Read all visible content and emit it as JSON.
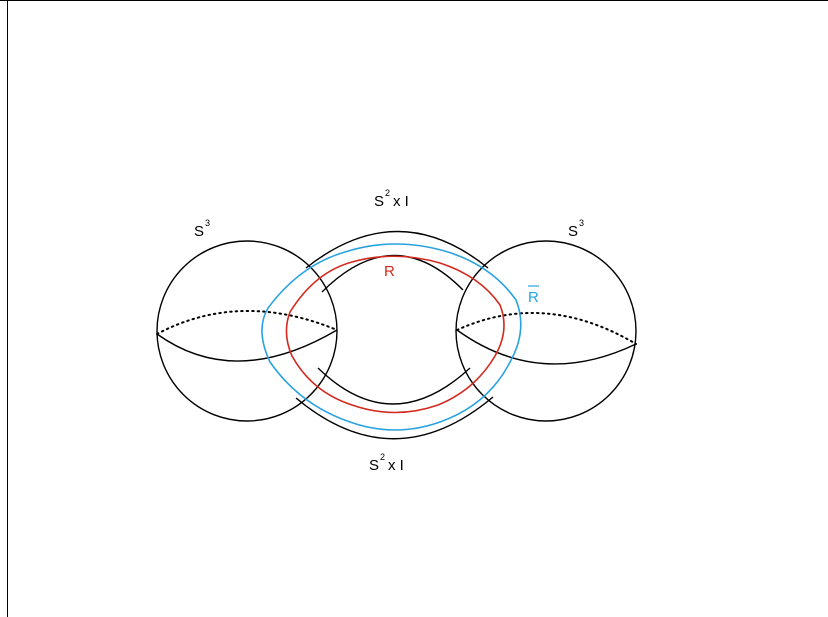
{
  "labels": {
    "left_sphere": {
      "base": "S",
      "exp": "3"
    },
    "right_sphere": {
      "base": "S",
      "exp": "3"
    },
    "top_tube": {
      "base": "S",
      "exp": "2",
      "rest": "x I"
    },
    "bottom_tube": {
      "base": "S",
      "exp": "2",
      "rest": "x I"
    },
    "loop_r": "R",
    "loop_rbar": "R"
  },
  "colors": {
    "line": "#000000",
    "loop_r": "#d22a1e",
    "loop_rbar": "#29a2e1"
  }
}
